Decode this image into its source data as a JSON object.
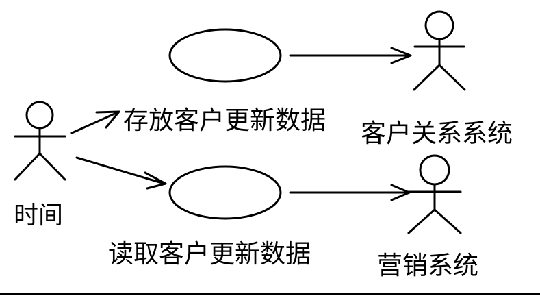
{
  "actors": {
    "time": {
      "label": "时间"
    },
    "crm": {
      "label": "客户关系系统"
    },
    "marketing": {
      "label": "营销系统"
    }
  },
  "use_cases": {
    "store": {
      "label": "存放客户更新数据"
    },
    "read": {
      "label": "读取客户更新数据"
    }
  },
  "colors": {
    "ink": "#000000",
    "background": "#ffffff"
  }
}
